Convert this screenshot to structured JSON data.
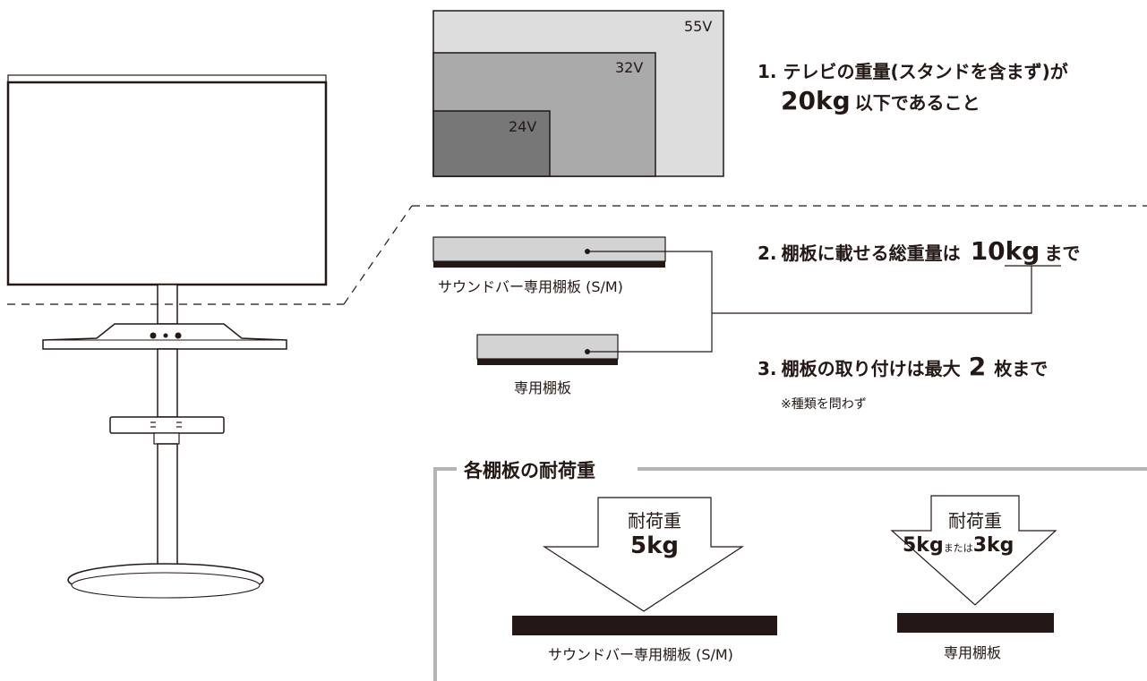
{
  "tv_sizes": [
    {
      "label": "55V",
      "fill": "#dddddd"
    },
    {
      "label": "32V",
      "fill": "#aaaaaa"
    },
    {
      "label": "24V",
      "fill": "#777777"
    }
  ],
  "conditions": [
    {
      "num": "1.",
      "line1": "テレビの重量(スタンドを含まず)が",
      "value": "20kg",
      "line2": "以下であること"
    },
    {
      "num": "2.",
      "pre": "棚板に載せる総重量は",
      "value": "10kg",
      "post": "まで"
    },
    {
      "num": "3.",
      "pre": "棚板の取り付けは最大",
      "value": "2",
      "post": "枚まで",
      "note": "※種類を問わず"
    }
  ],
  "shelves": {
    "soundbar_label": "サウンドバー専用棚板 (S/M)",
    "dedicated_label": "専用棚板"
  },
  "load_section": {
    "title": "各棚板の耐荷重",
    "items": [
      {
        "heading": "耐荷重",
        "value": "5kg",
        "label": "サウンドバー専用棚板 (S/M)"
      },
      {
        "heading": "耐荷重",
        "value_a": "5kg",
        "joiner": "または",
        "value_b": "3kg",
        "label": "専用棚板"
      }
    ]
  },
  "colors": {
    "ink": "#231815",
    "shelf_gray": "#d3d3d3",
    "frame_gray": "#b5b5b5"
  }
}
